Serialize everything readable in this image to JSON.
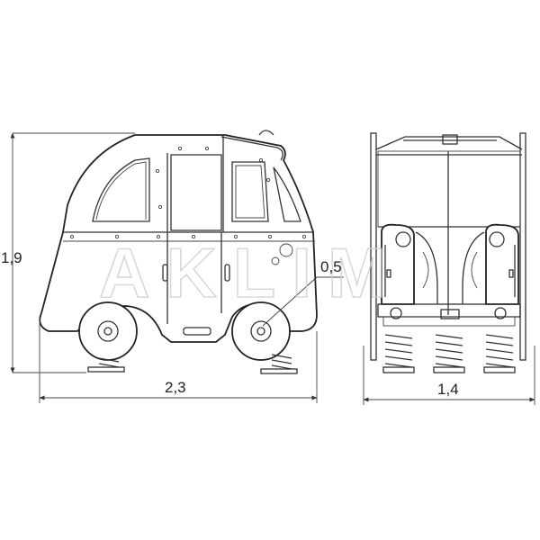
{
  "dimensions": {
    "height": "1,9",
    "length": "2,3",
    "spring_gap": "0,5",
    "width": "1,4"
  },
  "watermark": "AKLIM",
  "colors": {
    "line": "#333333",
    "background": "#ffffff",
    "watermark": "#cfcfcf"
  }
}
